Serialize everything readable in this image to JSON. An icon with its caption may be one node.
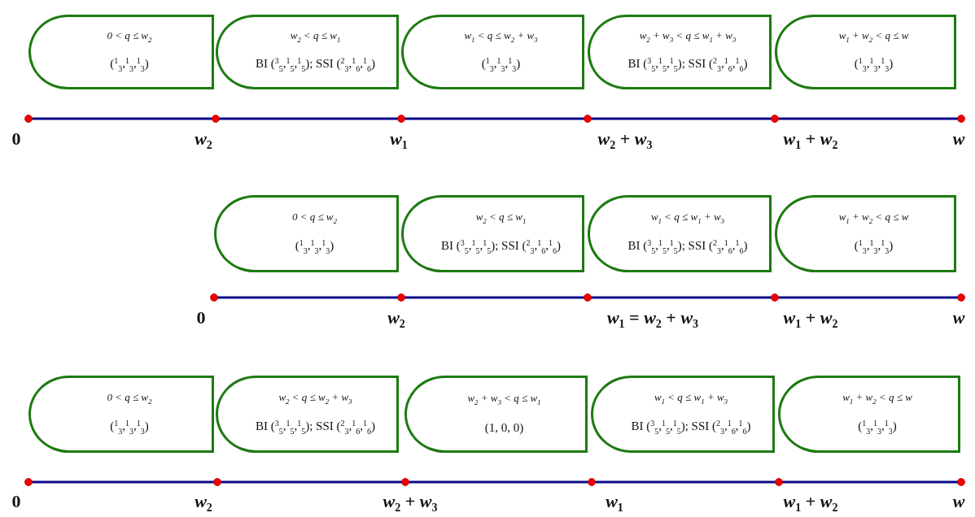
{
  "diagram": {
    "nodes": [
      {
        "text": [
          "0 < q ≤ w$_{2}$",
          "($^{1}$$_{3}$,$^{1}$$_{3}$,$^{1}$$_{3}$)"
        ]
      },
      {
        "text": [
          "w$_{2}$ < q ≤ w$_{1}$",
          "BI ($^{3}$$_{5}$,$^{1}$$_{5}$,$^{1}$$_{5}$); SSI ($^{2}$$_{3}$,$^{1}$$_{6}$,$^{1}$$_{6}$)"
        ]
      },
      {
        "text": [
          "w$_{1}$ < q ≤ w$_{2}$ + w$_{3}$",
          "($^{1}$$_{3}$,$^{1}$$_{3}$,$^{1}$$_{3}$)"
        ]
      },
      {
        "text": [
          "w$_{2}$ + w$_{3}$ < q ≤ w$_{1}$ + w$_{3}$",
          "BI ($^{3}$$_{5}$,$^{1}$$_{5}$,$^{1}$$_{5}$); SSI ($^{2}$$_{3}$,$^{1}$$_{6}$,$^{1}$$_{6}$)"
        ]
      },
      {
        "text": [
          "w$_{1}$ + w$_{2}$ < q ≤ w",
          "($^{1}$$_{3}$,$^{1}$$_{3}$,$^{1}$$_{3}$)"
        ]
      },
      {
        "text": [
          "0 < q ≤ w$_{2}$",
          "($^{1}$$_{3}$,$^{1}$$_{3}$,$^{1}$$_{3}$)"
        ]
      },
      {
        "text": [
          "w$_{2}$ < q ≤ w$_{1}$",
          "BI ($^{3}$$_{5}$,$^{1}$$_{5}$,$^{1}$$_{5}$); SSI ($^{2}$$_{3}$,$^{1}$$_{6}$,$^{1}$$_{6}$)"
        ]
      },
      {
        "text": [
          "w$_{1}$ < q ≤ w$_{1}$ + w$_{3}$",
          "BI ($^{3}$$_{5}$,$^{1}$$_{5}$,$^{1}$$_{5}$); SSI ($^{2}$$_{3}$,$^{1}$$_{6}$,$^{1}$$_{6}$)"
        ]
      },
      {
        "text": [
          "w$_{1}$ + w$_{2}$ < q ≤ w",
          "($^{1}$$_{3}$,$^{1}$$_{3}$,$^{1}$$_{3}$)"
        ]
      },
      {
        "text": [
          "0 < q ≤ w$_{2}$",
          "($^{1}$$_{3}$,$^{1}$$_{3}$,$^{1}$$_{3}$)"
        ]
      },
      {
        "text": [
          "w$_{2}$ < q ≤ w$_{2}$ + w$_{3}$",
          "BI ($^{3}$$_{5}$,$^{1}$$_{5}$,$^{1}$$_{5}$); SSI ($^{2}$$_{3}$,$^{1}$$_{6}$,$^{1}$$_{6}$)"
        ]
      },
      {
        "text": [
          "w$_{2}$ + w$_{3}$ < q ≤ w$_{1}$",
          "(1, 0, 0)"
        ]
      },
      {
        "text": [
          "w$_{1}$ < q ≤ w$_{1}$ + w$_{3}$",
          "BI ($^{3}$$_{5}$,$^{1}$$_{5}$,$^{1}$$_{5}$); SSI ($^{2}$$_{3}$,$^{1}$$_{6}$,$^{1}$$_{6}$)"
        ]
      },
      {
        "text": [
          "w$_{1}$ + w$_{2}$ < q ≤ w",
          "($^{1}$$_{3}$,$^{1}$$_{3}$,$^{1}$$_{3}$)"
        ]
      }
    ],
    "labels": [
      "0",
      "*w*$_{2}$",
      "*w*$_{1}$",
      "*w*$_{2}$ + *w*$_{3}$",
      "*w*$_{1}$ + *w*$_{2}$",
      "*w*",
      "0",
      "*w*$_{2}$",
      "*w*$_{1}$ = *w*$_{2}$ + *w*$_{3}$",
      "*w*$_{1}$ + *w*$_{2}$",
      "*w*",
      "0",
      "*w*$_{2}$",
      "*w*$_{2}$ + *w*$_{3}$",
      "*w*$_{1}$",
      "*w*$_{1}$ + *w*$_{2}$",
      "*w*"
    ]
  }
}
